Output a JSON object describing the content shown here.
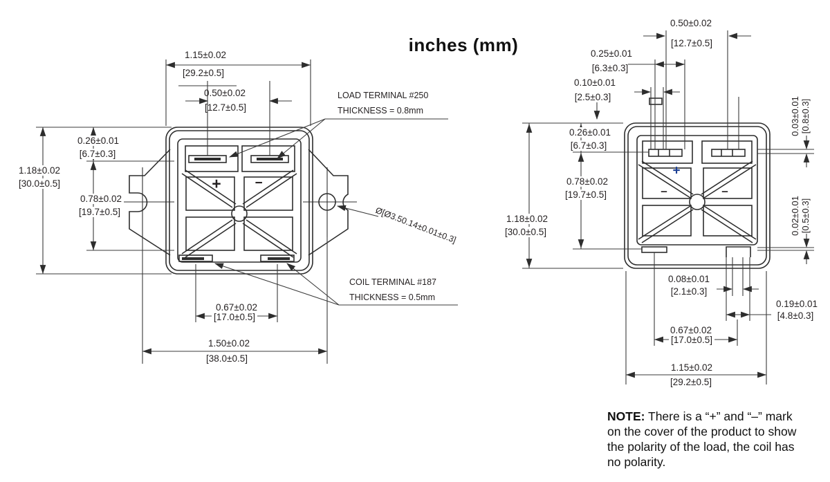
{
  "title": "inches (mm)",
  "front_view": {
    "dim_body_width": {
      "in": "1.15±0.02",
      "mm": "[29.2±0.5]"
    },
    "dim_load_terminal_spacing": {
      "in": "0.50±0.02",
      "mm": "[12.7±0.5]"
    },
    "dim_top_to_load_terminal": {
      "in": "0.26±0.01",
      "mm": "[6.7±0.3]"
    },
    "dim_body_height": {
      "in": "1.18±0.02",
      "mm": "[30.0±0.5]"
    },
    "dim_load_to_coil_terminal": {
      "in": "0.78±0.02",
      "mm": "[19.7±0.5]"
    },
    "dim_coil_terminal_spacing": {
      "in": "0.67±0.02",
      "mm": "[17.0±0.5]"
    },
    "dim_mounting_hole_spacing": {
      "in": "1.50±0.02",
      "mm": "[38.0±0.5]"
    },
    "load_terminal_label": {
      "line1": "LOAD TERMINAL #250",
      "line2": "THICKNESS = 0.8mm"
    },
    "coil_terminal_label": {
      "line1": "COIL TERMINAL #187",
      "line2": "THICKNESS = 0.5mm"
    },
    "mounting_hole_label": "Ø[Ø3.50.14±0.01±0.3]",
    "polarity_marks": {
      "plus": "+",
      "minus": "−"
    }
  },
  "bottom_view": {
    "dim_load_terminal_spacing": {
      "in": "0.50±0.02",
      "mm": "[12.7±0.5]"
    },
    "dim_load_terminal_group": {
      "in": "0.25±0.01",
      "mm": "[6.3±0.3]"
    },
    "dim_load_terminal_width": {
      "in": "0.10±0.01",
      "mm": "[2.5±0.3]"
    },
    "dim_top_to_load_terminal": {
      "in": "0.26±0.01",
      "mm": "[6.7±0.3]"
    },
    "dim_load_to_coil_terminal": {
      "in": "0.78±0.02",
      "mm": "[19.7±0.5]"
    },
    "dim_body_height": {
      "in": "1.18±0.02",
      "mm": "[30.0±0.5]"
    },
    "dim_load_terminal_thickness": {
      "in": "0.03±0.01",
      "mm": "[0.8±0.3]"
    },
    "dim_coil_terminal_thickness": {
      "in": "0.02±0.01",
      "mm": "[0.5±0.3]"
    },
    "dim_coil_pin_width": {
      "in": "0.08±0.01",
      "mm": "[2.1±0.3]"
    },
    "dim_coil_pin_group": {
      "in": "0.19±0.01",
      "mm": "[4.8±0.3]"
    },
    "dim_coil_terminal_spacing": {
      "in": "0.67±0.02",
      "mm": "[17.0±0.5]"
    },
    "dim_body_width": {
      "in": "1.15±0.02",
      "mm": "[29.2±0.5]"
    },
    "polarity_marks": {
      "plus": "+",
      "minus_left": "–",
      "minus_right": "–"
    }
  },
  "note": {
    "label": "NOTE:",
    "line1": " There is a “+” and “–” mark",
    "line2": "on the cover of the product to show",
    "line3": "the polarity of the load, the coil has",
    "line4": "no polarity."
  },
  "colors": {
    "line": "#2d2d2d",
    "dim_line": "#3a3a3a",
    "text": "#231f20",
    "plus_mark_blue": "#1c3f94"
  }
}
